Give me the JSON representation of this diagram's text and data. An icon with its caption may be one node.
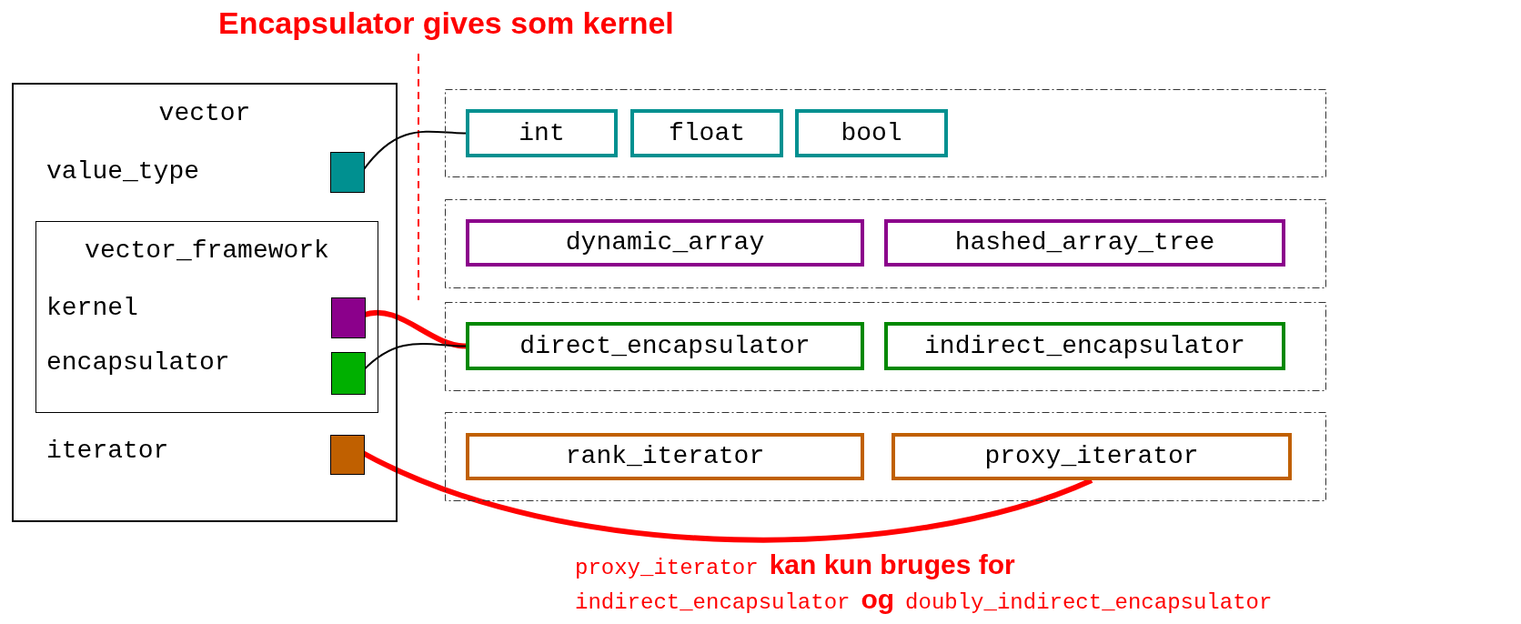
{
  "diagram": {
    "title": "Encapsulator gives som kernel",
    "nodes": [
      {
        "text": [
          "vector"
        ]
      },
      {
        "text": [],
        "shape": "box",
        "in": 0
      },
      {
        "text": [
          "vector_framework"
        ],
        "in": 0
      },
      {
        "text": [],
        "shape": "box",
        "in": 2
      },
      {
        "text": [],
        "shape": "box",
        "in": 2
      },
      {
        "text": [],
        "shape": "box",
        "in": 0
      },
      {
        "text": [],
        "shape": "box"
      },
      {
        "text": [
          "int"
        ],
        "in": 6
      },
      {
        "text": [
          "float"
        ],
        "in": 6
      },
      {
        "text": [
          "bool"
        ],
        "in": 6
      },
      {
        "text": [],
        "shape": "box"
      },
      {
        "text": [
          "dynamic_array"
        ],
        "in": 10
      },
      {
        "text": [
          "hashed_array_tree"
        ],
        "in": 10
      },
      {
        "text": [],
        "shape": "box"
      },
      {
        "text": [
          "direct_encapsulator"
        ],
        "in": 13
      },
      {
        "text": [
          "indirect_encapsulator"
        ],
        "in": 13
      },
      {
        "text": [],
        "shape": "box"
      },
      {
        "text": [
          "rank_iterator"
        ],
        "in": 16
      },
      {
        "text": [
          "proxy_iterator"
        ],
        "in": 16
      }
    ],
    "edges": [
      {
        "from": 1,
        "to": 7,
        "arrow": "none"
      },
      {
        "from": 3,
        "to": 14,
        "arrow": "none",
        "style": "thick",
        "color": "#ff0000"
      },
      {
        "from": 4,
        "to": 14,
        "arrow": "none"
      },
      {
        "from": 5,
        "to": 18,
        "arrow": "none",
        "style": "thick",
        "color": "#ff0000"
      }
    ],
    "labels": [
      "value_type",
      "kernel",
      "encapsulator",
      "iterator",
      "proxy_iterator",
      "kan kun bruges for",
      "indirect_encapsulator",
      "og",
      "doubly_indirect_encapsulator"
    ]
  }
}
